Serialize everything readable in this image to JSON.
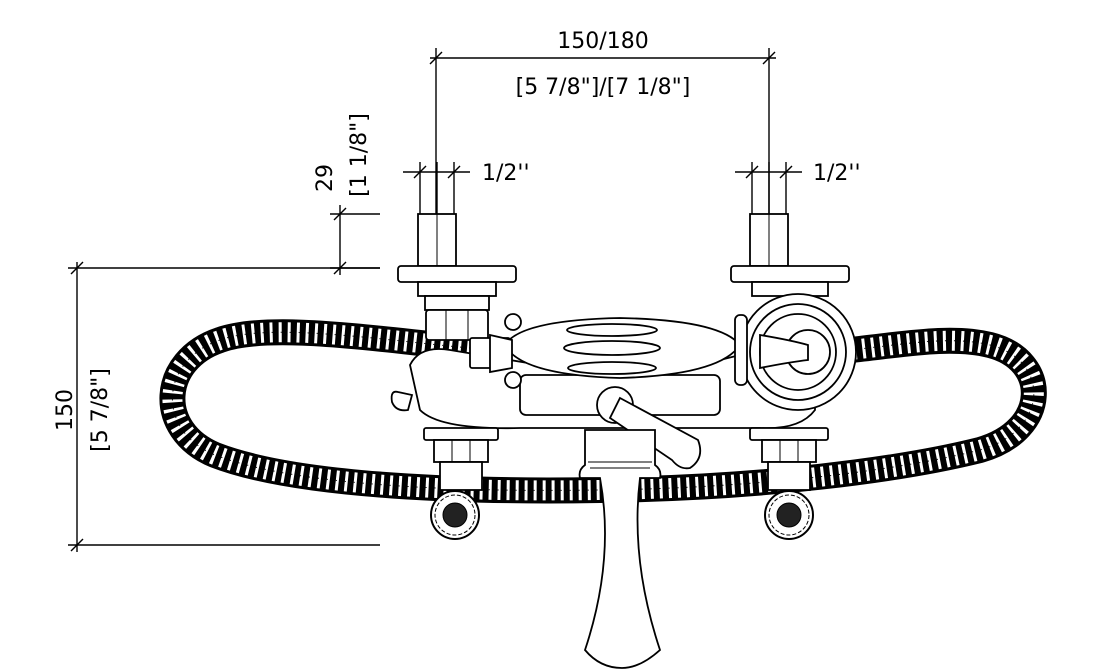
{
  "dimensions": {
    "spacing_mm": "150/180",
    "spacing_in": "[5 7/8\"]/[7 1/8\"]",
    "inlet_left": "1/2''",
    "inlet_right": "1/2''",
    "inlet_height_mm": "29",
    "inlet_height_in": "[1 1/8\"]",
    "overall_height_mm": "150",
    "overall_height_in": "[5 7/8\"]"
  }
}
